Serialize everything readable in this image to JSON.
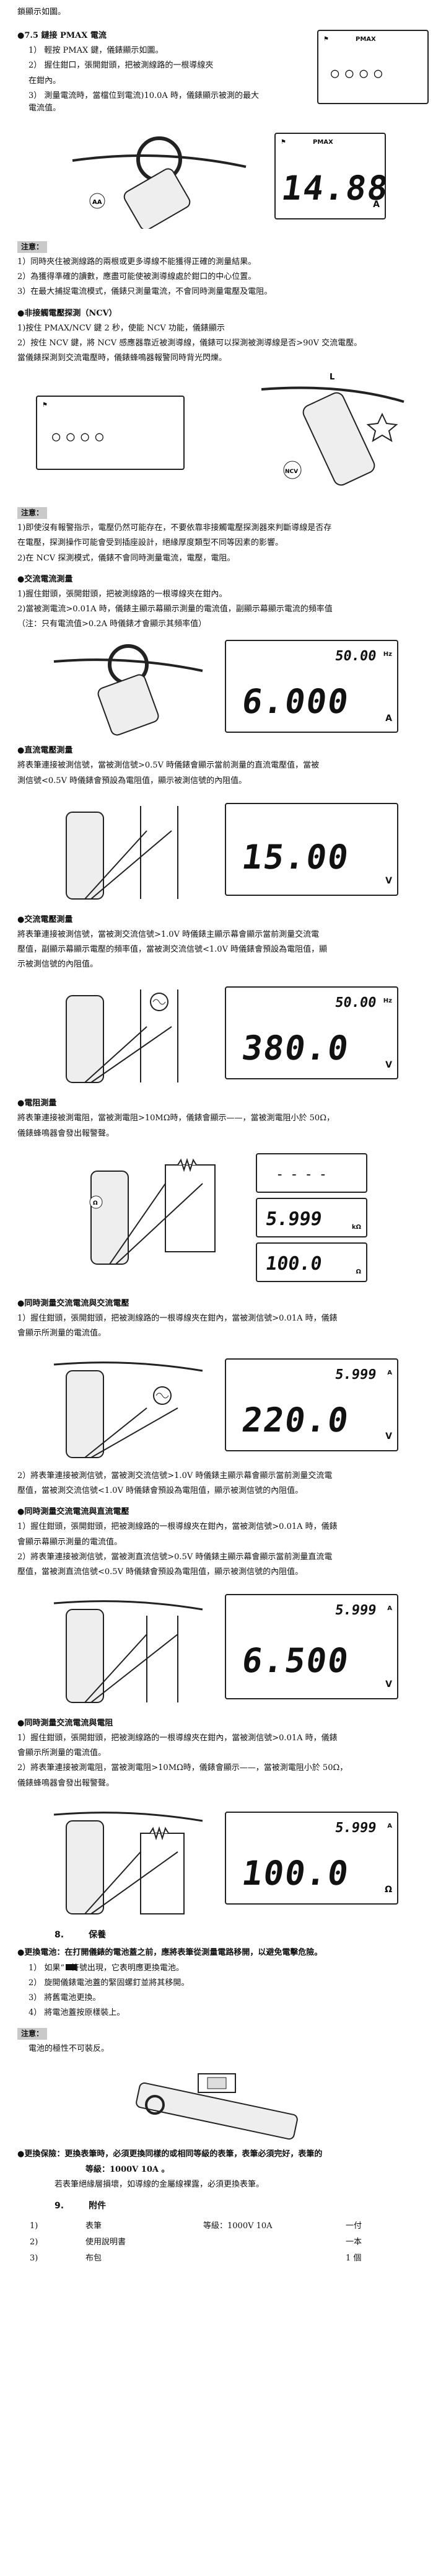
{
  "intro": "鎖顯示如圖。",
  "pmax": {
    "heading": "●7.5 鏈接 PMAX 電流",
    "steps": [
      "1）  輕按 PMAX 鍵，儀錶顯示如圖。",
      "2）  握住鉗口，張開鉗頭，把被測線路的一根導線夾",
      "      在鉗內。",
      "3）  測量電流時，當檔位到電流)10.0A 時，儀錶顯示被測的最大電流值。"
    ],
    "lcd_tag": "PMAX",
    "lcd_value": "14.88",
    "lcd_unit": "A",
    "note": "注意：",
    "notes": [
      "1）同時夾住被測線路的兩根或更多導線不能獲得正確的測量結果。",
      "2）為獲得準確的讀數，應盡可能使被測導線處於鉗口的中心位置。",
      "3）在最大捕捉電流模式，儀錶只測量電流，不會同時測量電壓及電阻。"
    ]
  },
  "ncv": {
    "heading": "●非接觸電壓探測（NCV）",
    "steps": [
      "1)按住 PMAX/NCV 鍵 2 秒，使能 NCV 功能，儀錶顯示",
      "2）按住 NCV 鍵，將 NCV 感應器靠近被測導線，儀錶可以探測被測導線是否>90V 交流電壓。",
      "     當儀錶探測到交流電壓時，儀錶蜂鳴器報警同時背光閃爍。"
    ],
    "label_l": "L",
    "label_ncv": "NCV",
    "note": "注意：",
    "notes": [
      "1)即使沒有報警指示，電壓仍然可能存在，不要依靠非接觸電壓探測器來判斷導線是否存",
      "  在電壓，探測操作可能會受到插座設計，絕緣厚度類型不同等因素的影響。",
      "2)在 NCV 探測模式，儀錶不會同時測量電流，電壓，電阻。"
    ]
  },
  "ac_current": {
    "heading": "●交流電流測量",
    "steps": [
      "1)握住鉗頭，張開鉗頭，把被測線路的一根導線夾在鉗內。",
      "2)當被測電流>0.01A 時，儀錶主顯示幕顯示測量的電流值，副顯示幕顯示電流的頻率值",
      "  （注：只有電流值>0.2A 時儀錶才會顯示其頻率值）"
    ],
    "lcd_sub": "50.00",
    "lcd_sub_unit": "Hz",
    "lcd_value": "6.000",
    "lcd_unit": "A"
  },
  "dc_voltage": {
    "heading": "●直流電壓測量",
    "text": [
      "     將表筆連接被測信號，當被測信號>0.5V 時儀錶會顯示當前測量的直流電壓值，當被",
      "測信號<0.5V 時儀錶會預設為電阻值，顯示被測信號的內阻值。"
    ],
    "lcd_value": "15.00",
    "lcd_unit": "V"
  },
  "ac_voltage": {
    "heading": "●交流電壓測量",
    "text": [
      "     將表筆連接被測信號，當被測交流信號>1.0V 時儀錶主顯示幕會顯示當前測量交流電",
      "壓值，副顯示幕顯示電壓的頻率值，當被測交流信號<1.0V 時儀錶會預設為電阻值，顯",
      "示被測信號的內阻值。"
    ],
    "lcd_sub": "50.00",
    "lcd_sub_unit": "Hz",
    "lcd_value": "380.0",
    "lcd_unit": "V"
  },
  "resistance": {
    "heading": "●電阻測量",
    "text": [
      "     將表筆連接被測電阻，當被測電阻>10MΩ時，儀錶會顯示——，當被測電阻小於 50Ω，",
      "儀錶蜂鳴器會發出報警聲。"
    ],
    "lcd1": "----",
    "lcd2": "5.999",
    "lcd2_unit": "kΩ",
    "lcd3": "100.0",
    "lcd3_unit": "Ω"
  },
  "ac_combo": {
    "heading": "●同時測量交流電流與交流電壓",
    "steps": [
      "1）握住鉗頭，張開鉗頭，把被測線路的一根導線夾在鉗內，當被測信號>0.01A 時，儀錶",
      "    會顯示所測量的電流值。",
      "2）將表筆連接被測信號，當被測交流信號>1.0V 時儀錶主顯示幕會顯示當前測量交流電",
      "    壓值，當被測交流信號<1.0V 時儀錶會預設為電阻值，顯示被測信號的內阻值。"
    ],
    "lcd_sub": "5.999",
    "lcd_sub_unit": "A",
    "lcd_value": "220.0",
    "lcd_unit": "V"
  },
  "dc_combo": {
    "heading": "●同時測量交流電流與直流電壓",
    "steps": [
      "1）握住鉗頭，張開鉗頭，把被測線路的一根導線夾在鉗內，當被測信號>0.01A 時，儀錶",
      "    會顯示幕顯示測量的電流值。",
      "2）將表筆連接被測信號，當被測直流信號>0.5V 時儀錶主顯示幕會顯示當前測量直流電",
      "    壓值，當被測直流信號<0.5V 時儀錶會預設為電阻值，顯示被測信號的內阻值。"
    ],
    "lcd_sub": "5.999",
    "lcd_sub_unit": "A",
    "lcd_value": "6.500",
    "lcd_unit": "V"
  },
  "res_combo": {
    "heading": "●同時測量交流電流與電阻",
    "steps": [
      "1）握住鉗頭，張開鉗頭，把被測線路的一根導線夾在鉗內，當被測信號>0.01A 時，儀錶",
      "    會顯示所測量的電流值。",
      "2）將表筆連接被測電阻，當被測電阻>10MΩ時，儀錶會顯示——，當被測電阻小於 50Ω，",
      "儀錶蜂鳴器會發出報警聲。"
    ],
    "lcd_sub": "5.999",
    "lcd_sub_unit": "A",
    "lcd_value": "100.0",
    "lcd_unit": "Ω"
  },
  "maintenance": {
    "num": "8.",
    "title": "保養",
    "battery_heading": "●更換電池：在打開儀錶的電池蓋之前，應將表筆從測量電路移開，以避免電擊危險。",
    "steps": [
      "1）   如果“     ”符號出現，它表明應更換電池。",
      "2）   旋開儀錶電池蓋的緊固螺釘並將其移開。",
      "3）   將舊電池更換。",
      "4）   將電池蓋按原樣裝上。"
    ],
    "note": "注意：",
    "note_text": "電池的極性不可裝反。",
    "fuse_heading": "●更換保險：更換表筆時，必須更換同樣的或相同等級的表筆，表筆必須完好，表筆的",
    "fuse_lines": [
      "等級：1000V  10A 。",
      "若表筆絕緣層損壞，如導線的金屬線裸露，必須更換表筆。"
    ]
  },
  "accessories": {
    "num": "9.",
    "title": "附件",
    "items": [
      {
        "no": "1)",
        "name": "表筆",
        "spec": "等級：1000V 10A",
        "qty": "一付"
      },
      {
        "no": "2)",
        "name": "使用說明書",
        "spec": "",
        "qty": "一本"
      },
      {
        "no": "3)",
        "name": "布包",
        "spec": "",
        "qty": "1 個"
      }
    ]
  },
  "colors": {
    "text": "#111111",
    "note_bg": "#c9c9c9",
    "watermark": "#dc3c3c"
  }
}
